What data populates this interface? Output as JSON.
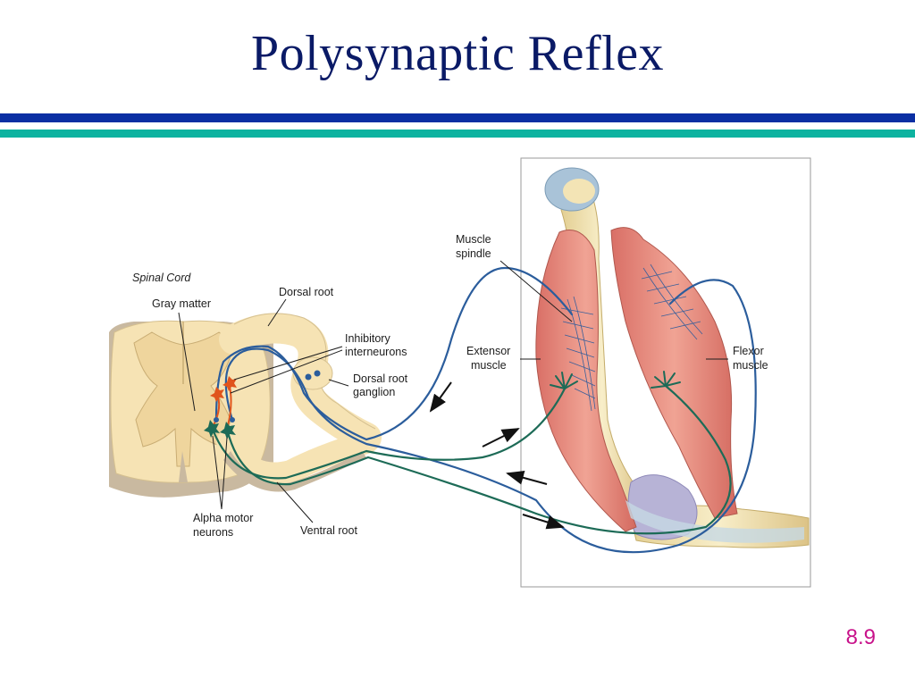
{
  "slide": {
    "title": "Polysynaptic Reflex",
    "number": "8.9"
  },
  "colors": {
    "title": "#0a1a66",
    "rule_top": "#0b2fa3",
    "rule_bottom": "#0db3a0",
    "slide_number": "#c8128a",
    "sensory_neuron": "#2b5d9c",
    "motor_neuron": "#1d6b57",
    "interneuron": "#e0541c",
    "gray_matter": "#f6e3b4",
    "muscle": "#e6867a",
    "bone": "#f3e4b5"
  },
  "labels": {
    "spinal_cord": "Spinal Cord",
    "gray_matter": "Gray matter",
    "dorsal_root": "Dorsal root",
    "inhibitory_interneurons_1": "Inhibitory",
    "inhibitory_interneurons_2": "interneurons",
    "dorsal_root_ganglion_1": "Dorsal root",
    "dorsal_root_ganglion_2": "ganglion",
    "alpha_motor_neurons_1": "Alpha motor",
    "alpha_motor_neurons_2": "neurons",
    "ventral_root": "Ventral root",
    "muscle_spindle_1": "Muscle",
    "muscle_spindle_2": "spindle",
    "extensor_muscle_1": "Extensor",
    "extensor_muscle_2": "muscle",
    "flexor_muscle_1": "Flexor",
    "flexor_muscle_2": "muscle"
  }
}
